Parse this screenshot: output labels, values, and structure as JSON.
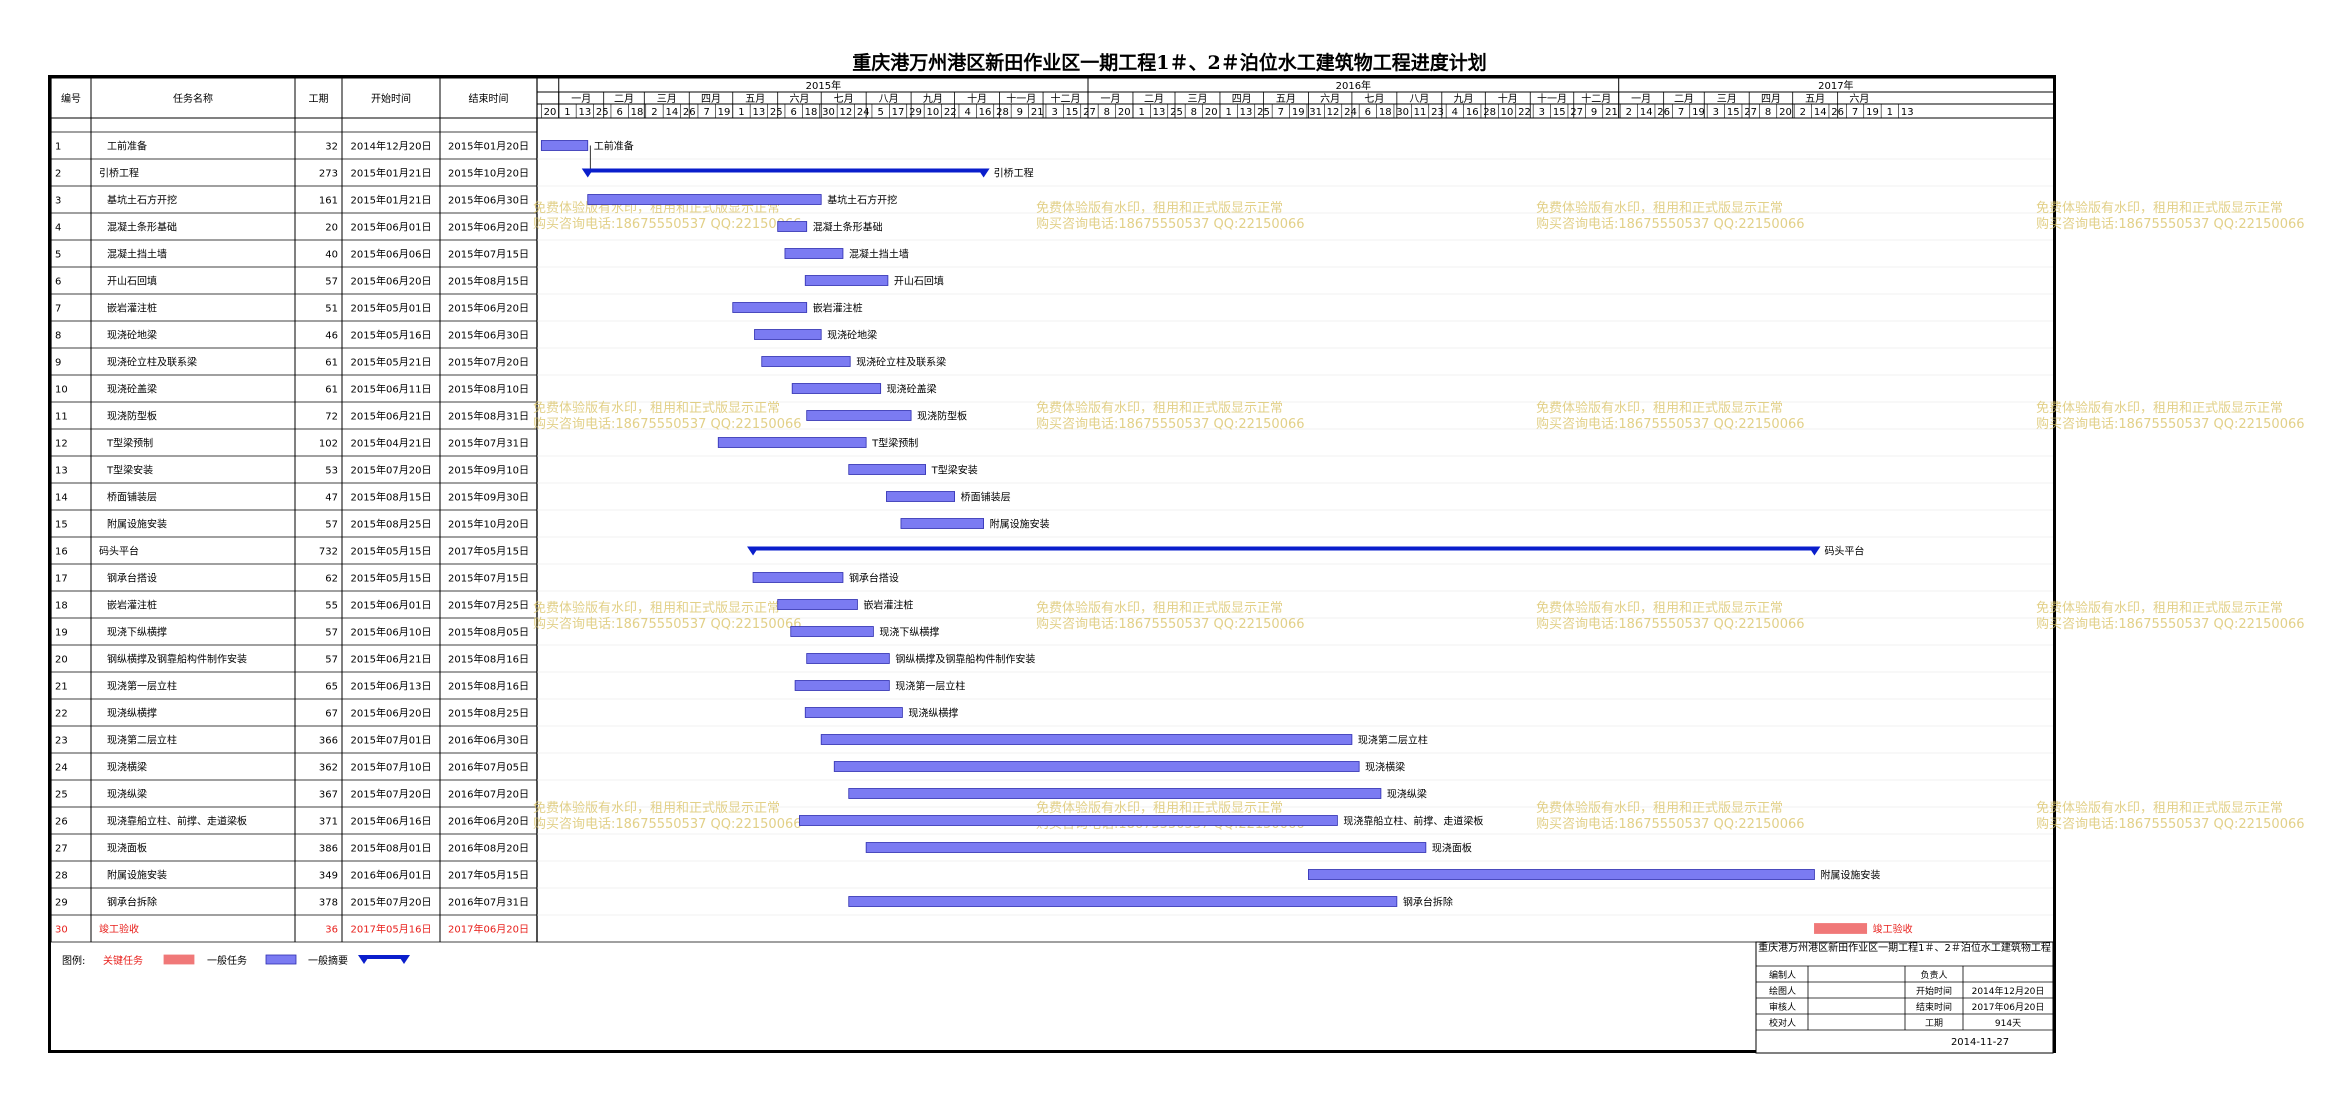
{
  "title": "重庆港万州港区新田作业区一期工程1＃、2＃泊位水工建筑物工程进度计划",
  "columns": {
    "id": "编号",
    "name": "任务名称",
    "dur": "工期",
    "start": "开始时间",
    "end": "结束时间"
  },
  "timeline": {
    "years": [
      "2015年",
      "2016年",
      "2017年"
    ],
    "months": [
      "一月",
      "二月",
      "三月",
      "四月",
      "五月",
      "六月",
      "七月",
      "八月",
      "九月",
      "十月",
      "十一月",
      "十二月"
    ],
    "day_ticks": [
      "20",
      "1",
      "13",
      "25",
      "6",
      "18",
      "2",
      "14",
      "26",
      "7",
      "19",
      "1",
      "13",
      "25",
      "6",
      "18",
      "30",
      "12",
      "24",
      "5",
      "17",
      "29",
      "10",
      "22",
      "4",
      "16",
      "28",
      "9",
      "21",
      "3",
      "15",
      "27",
      "8",
      "20",
      "1",
      "13",
      "25",
      "8",
      "20",
      "1",
      "13",
      "25",
      "7",
      "19",
      "31",
      "12",
      "24",
      "6",
      "18",
      "30",
      "11",
      "23",
      "4",
      "16",
      "28",
      "10",
      "22",
      "3",
      "15",
      "27",
      "9",
      "21",
      "2",
      "14",
      "26",
      "7",
      "19",
      "3",
      "15",
      "27",
      "8",
      "20",
      "2",
      "14",
      "26",
      "7",
      "19",
      "1",
      "13"
    ]
  },
  "chart_data": {
    "type": "gantt",
    "title": "重庆港万州港区新田作业区一期工程1＃、2＃泊位水工建筑物工程进度计划",
    "tasks": [
      {
        "id": "1",
        "name": "工前准备",
        "dur": "32",
        "start": "2014年12月20日",
        "end": "2015年01月20日",
        "s": "2014-12-20",
        "e": "2015-01-20",
        "kind": "task"
      },
      {
        "id": "2",
        "name": "引桥工程",
        "dur": "273",
        "start": "2015年01月21日",
        "end": "2015年10月20日",
        "s": "2015-01-21",
        "e": "2015-10-20",
        "kind": "summary"
      },
      {
        "id": "3",
        "name": "基坑土石方开挖",
        "dur": "161",
        "start": "2015年01月21日",
        "end": "2015年06月30日",
        "s": "2015-01-21",
        "e": "2015-06-30",
        "kind": "task"
      },
      {
        "id": "4",
        "name": "混凝土条形基础",
        "dur": "20",
        "start": "2015年06月01日",
        "end": "2015年06月20日",
        "s": "2015-06-01",
        "e": "2015-06-20",
        "kind": "task"
      },
      {
        "id": "5",
        "name": "混凝土挡土墙",
        "dur": "40",
        "start": "2015年06月06日",
        "end": "2015年07月15日",
        "s": "2015-06-06",
        "e": "2015-07-15",
        "kind": "task"
      },
      {
        "id": "6",
        "name": "开山石回填",
        "dur": "57",
        "start": "2015年06月20日",
        "end": "2015年08月15日",
        "s": "2015-06-20",
        "e": "2015-08-15",
        "kind": "task"
      },
      {
        "id": "7",
        "name": "嵌岩灌注桩",
        "dur": "51",
        "start": "2015年05月01日",
        "end": "2015年06月20日",
        "s": "2015-05-01",
        "e": "2015-06-20",
        "kind": "task"
      },
      {
        "id": "8",
        "name": "现浇砼地梁",
        "dur": "46",
        "start": "2015年05月16日",
        "end": "2015年06月30日",
        "s": "2015-05-16",
        "e": "2015-06-30",
        "kind": "task"
      },
      {
        "id": "9",
        "name": "现浇砼立柱及联系梁",
        "dur": "61",
        "start": "2015年05月21日",
        "end": "2015年07月20日",
        "s": "2015-05-21",
        "e": "2015-07-20",
        "kind": "task"
      },
      {
        "id": "10",
        "name": "现浇砼盖梁",
        "dur": "61",
        "start": "2015年06月11日",
        "end": "2015年08月10日",
        "s": "2015-06-11",
        "e": "2015-08-10",
        "kind": "task"
      },
      {
        "id": "11",
        "name": "现浇防型板",
        "dur": "72",
        "start": "2015年06月21日",
        "end": "2015年08月31日",
        "s": "2015-06-21",
        "e": "2015-08-31",
        "kind": "task"
      },
      {
        "id": "12",
        "name": "T型梁预制",
        "dur": "102",
        "start": "2015年04月21日",
        "end": "2015年07月31日",
        "s": "2015-04-21",
        "e": "2015-07-31",
        "kind": "task"
      },
      {
        "id": "13",
        "name": "T型梁安装",
        "dur": "53",
        "start": "2015年07月20日",
        "end": "2015年09月10日",
        "s": "2015-07-20",
        "e": "2015-09-10",
        "kind": "task"
      },
      {
        "id": "14",
        "name": "桥面铺装层",
        "dur": "47",
        "start": "2015年08月15日",
        "end": "2015年09月30日",
        "s": "2015-08-15",
        "e": "2015-09-30",
        "kind": "task"
      },
      {
        "id": "15",
        "name": "附属设施安装",
        "dur": "57",
        "start": "2015年08月25日",
        "end": "2015年10月20日",
        "s": "2015-08-25",
        "e": "2015-10-20",
        "kind": "task"
      },
      {
        "id": "16",
        "name": "码头平台",
        "dur": "732",
        "start": "2015年05月15日",
        "end": "2017年05月15日",
        "s": "2015-05-15",
        "e": "2017-05-15",
        "kind": "summary"
      },
      {
        "id": "17",
        "name": "钢承台搭设",
        "dur": "62",
        "start": "2015年05月15日",
        "end": "2015年07月15日",
        "s": "2015-05-15",
        "e": "2015-07-15",
        "kind": "task"
      },
      {
        "id": "18",
        "name": "嵌岩灌注桩",
        "dur": "55",
        "start": "2015年06月01日",
        "end": "2015年07月25日",
        "s": "2015-06-01",
        "e": "2015-07-25",
        "kind": "task"
      },
      {
        "id": "19",
        "name": "现浇下纵横撑",
        "dur": "57",
        "start": "2015年06月10日",
        "end": "2015年08月05日",
        "s": "2015-06-10",
        "e": "2015-08-05",
        "kind": "task"
      },
      {
        "id": "20",
        "name": "钢纵横撑及钢靠船构件制作安装",
        "dur": "57",
        "start": "2015年06月21日",
        "end": "2015年08月16日",
        "s": "2015-06-21",
        "e": "2015-08-16",
        "kind": "task"
      },
      {
        "id": "21",
        "name": "现浇第一层立柱",
        "dur": "65",
        "start": "2015年06月13日",
        "end": "2015年08月16日",
        "s": "2015-06-13",
        "e": "2015-08-16",
        "kind": "task"
      },
      {
        "id": "22",
        "name": "现浇纵横撑",
        "dur": "67",
        "start": "2015年06月20日",
        "end": "2015年08月25日",
        "s": "2015-06-20",
        "e": "2015-08-25",
        "kind": "task"
      },
      {
        "id": "23",
        "name": "现浇第二层立柱",
        "dur": "366",
        "start": "2015年07月01日",
        "end": "2016年06月30日",
        "s": "2015-07-01",
        "e": "2016-06-30",
        "kind": "task"
      },
      {
        "id": "24",
        "name": "现浇横梁",
        "dur": "362",
        "start": "2015年07月10日",
        "end": "2016年07月05日",
        "s": "2015-07-10",
        "e": "2016-07-05",
        "kind": "task"
      },
      {
        "id": "25",
        "name": "现浇纵梁",
        "dur": "367",
        "start": "2015年07月20日",
        "end": "2016年07月20日",
        "s": "2015-07-20",
        "e": "2016-07-20",
        "kind": "task"
      },
      {
        "id": "26",
        "name": "现浇靠船立柱、前撑、走道梁板",
        "dur": "371",
        "start": "2015年06月16日",
        "end": "2016年06月20日",
        "s": "2015-06-16",
        "e": "2016-06-20",
        "kind": "task"
      },
      {
        "id": "27",
        "name": "现浇面板",
        "dur": "386",
        "start": "2015年08月01日",
        "end": "2016年08月20日",
        "s": "2015-08-01",
        "e": "2016-08-20",
        "kind": "task"
      },
      {
        "id": "28",
        "name": "附属设施安装",
        "dur": "349",
        "start": "2016年06月01日",
        "end": "2017年05月15日",
        "s": "2016-06-01",
        "e": "2017-05-15",
        "kind": "task"
      },
      {
        "id": "29",
        "name": "钢承台拆除",
        "dur": "378",
        "start": "2015年07月20日",
        "end": "2016年07月31日",
        "s": "2015-07-20",
        "e": "2016-07-31",
        "kind": "task"
      },
      {
        "id": "30",
        "name": "竣工验收",
        "dur": "36",
        "start": "2017年05月16日",
        "end": "2017年06月20日",
        "s": "2017-05-16",
        "e": "2017-06-20",
        "kind": "critical"
      }
    ],
    "colors": {
      "task": "#7b7bf2",
      "task_border": "#2e2eb0",
      "summary": "#0a1ecc",
      "critical": "#f07878",
      "critical_text": "#e8201c"
    }
  },
  "legend": {
    "label": "图例:",
    "critical": "关键任务",
    "task": "一般任务",
    "summary": "一般摘要"
  },
  "info": {
    "title": "重庆港万州港区新田作业区一期工程1＃、2＃泊位水工建筑物工程",
    "rows": [
      [
        "编制人",
        "",
        "负责人",
        ""
      ],
      [
        "绘图人",
        "",
        "开始时间",
        "2014年12月20日"
      ],
      [
        "审核人",
        "",
        "结束时间",
        "2017年06月20日"
      ],
      [
        "校对人",
        "",
        "工期",
        "914天"
      ]
    ],
    "date": "2014-11-27"
  },
  "watermark": {
    "line1": "免费体验版有水印，租用和正式版显示正常",
    "line2": "购买咨询电话:18675550537 QQ:22150066"
  }
}
